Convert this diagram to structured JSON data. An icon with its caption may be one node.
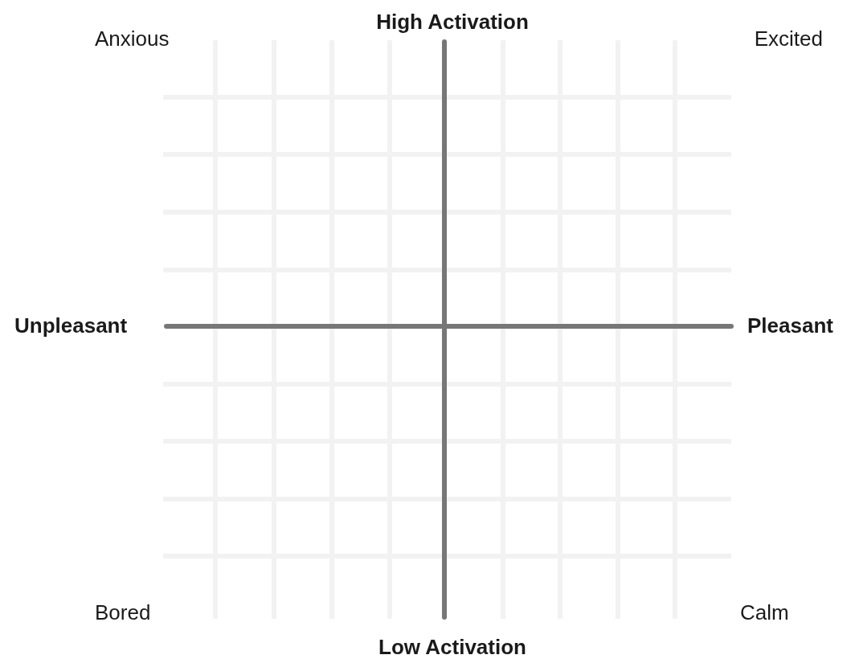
{
  "diagram": {
    "labels": [
      "High Activation",
      "Anxious",
      "Excited",
      "Unpleasant",
      "Pleasant",
      "Bored",
      "Calm",
      "Low Activation"
    ]
  }
}
